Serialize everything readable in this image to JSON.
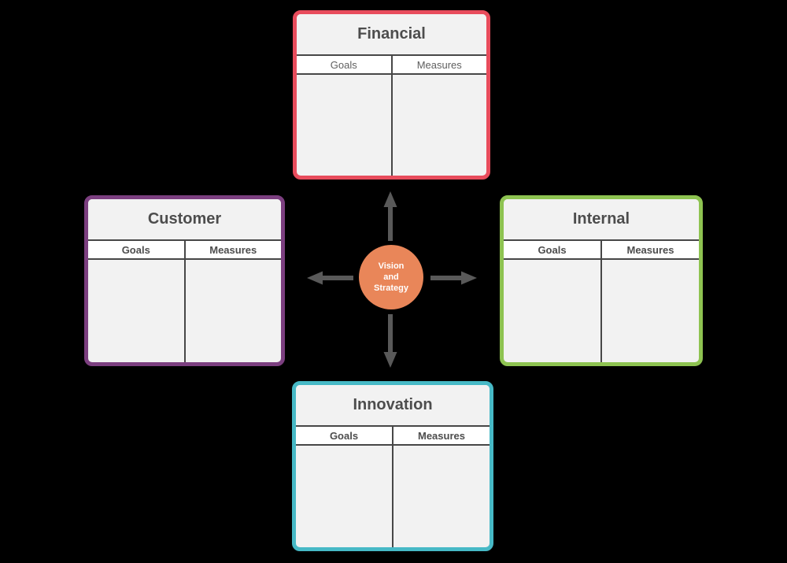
{
  "canvas": {
    "background": "#000000"
  },
  "center_node": {
    "lines": [
      "Vision",
      "and",
      "Strategy"
    ],
    "fill_color": "#E98659",
    "text_color": "#FFFFFF"
  },
  "arrows": {
    "color": "#595959",
    "directions": [
      "up",
      "left",
      "right",
      "down"
    ]
  },
  "quadrants": [
    {
      "title": "Financial",
      "position": "top",
      "border_color": "#E84C5C",
      "columns": [
        "Goals",
        "Measures"
      ]
    },
    {
      "title": "Customer",
      "position": "left",
      "border_color": "#7C3F80",
      "columns": [
        "Goals",
        "Measures"
      ]
    },
    {
      "title": "Internal",
      "position": "right",
      "border_color": "#8EC351",
      "columns": [
        "Goals",
        "Measures"
      ]
    },
    {
      "title": "Innovation",
      "position": "bottom",
      "border_color": "#47B9C6",
      "columns": [
        "Goals",
        "Measures"
      ]
    }
  ],
  "styles": {
    "panel_fill": "#F2F2F2",
    "header_fill": "#FFFFFF",
    "divider_color": "#474747",
    "title_text_color": "#4D4D4D"
  }
}
